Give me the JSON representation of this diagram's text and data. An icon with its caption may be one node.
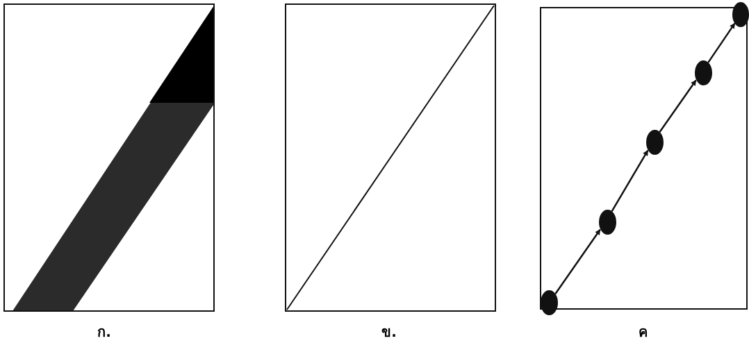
{
  "diagram": {
    "nodes": [
      {
        "text": [],
        "shape": "box",
        "beside": [
          "ก."
        ]
      },
      {
        "text": [],
        "shape": "box",
        "beside": [
          "ข."
        ]
      },
      {
        "text": [],
        "shape": "box",
        "beside": [
          "ค"
        ]
      },
      {
        "text": [],
        "shape": "circle"
      },
      {
        "text": [],
        "shape": "circle",
        "in": 2
      },
      {
        "text": [],
        "shape": "circle",
        "in": 2
      },
      {
        "text": [],
        "shape": "circle",
        "in": 2
      },
      {
        "text": [],
        "shape": "circle"
      }
    ],
    "edges": [
      {
        "from": 3,
        "to": 4,
        "arrow": "to"
      },
      {
        "from": 4,
        "to": 5,
        "arrow": "to"
      },
      {
        "from": 5,
        "to": 6,
        "arrow": "to"
      },
      {
        "from": 6,
        "to": 7,
        "arrow": "to"
      }
    ]
  }
}
